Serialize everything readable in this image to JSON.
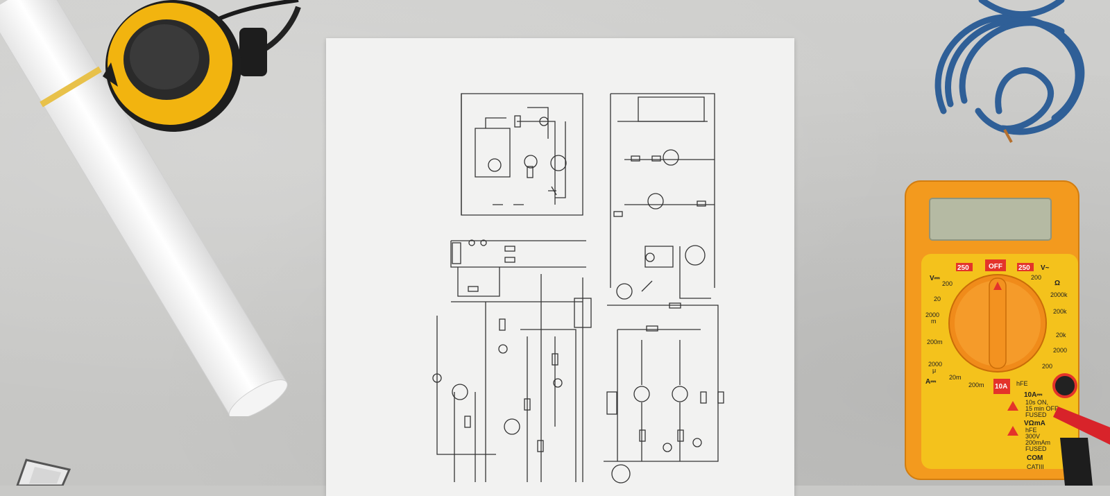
{
  "scene": {
    "background_color": "#c9c9c7",
    "paper_color": "#f2f2f1",
    "objects": [
      "measuring-tape",
      "paper-roll",
      "circuit-diagram-sheet",
      "blue-cable",
      "digital-multimeter"
    ]
  },
  "multimeter": {
    "body_color": "#f39a1e",
    "face_color": "#f4c21c",
    "knob_color": "#f08b1a",
    "labels": {
      "off": "OFF",
      "v_dc": "V⎓",
      "v_ac": "V~",
      "ohm": "Ω",
      "r250_left": "250",
      "r250_right": "250",
      "v200_left": "200",
      "v200_right": "200",
      "v20": "20",
      "v2000m": "2000",
      "m_sub": "m",
      "v200m": "200m",
      "a_dc": "A⎓",
      "a2000u": "2000",
      "mu": "μ",
      "a20m": "20m",
      "a200m": "200m",
      "a10": "10A",
      "hfe": "hFE",
      "o2000k": "2000k",
      "o200k": "200k",
      "o20k": "20k",
      "o2000": "2000",
      "o200": "200",
      "port_10a": "10A⎓",
      "note1": "10s ON,",
      "note2": "15 min OFF",
      "note3": "FUSED",
      "port_vma": "VΩmA",
      "note4": "hFE",
      "note5": "300V",
      "note6": "200mAm",
      "note7": "FUSED",
      "com": "COM",
      "cat": "CATIII"
    }
  }
}
